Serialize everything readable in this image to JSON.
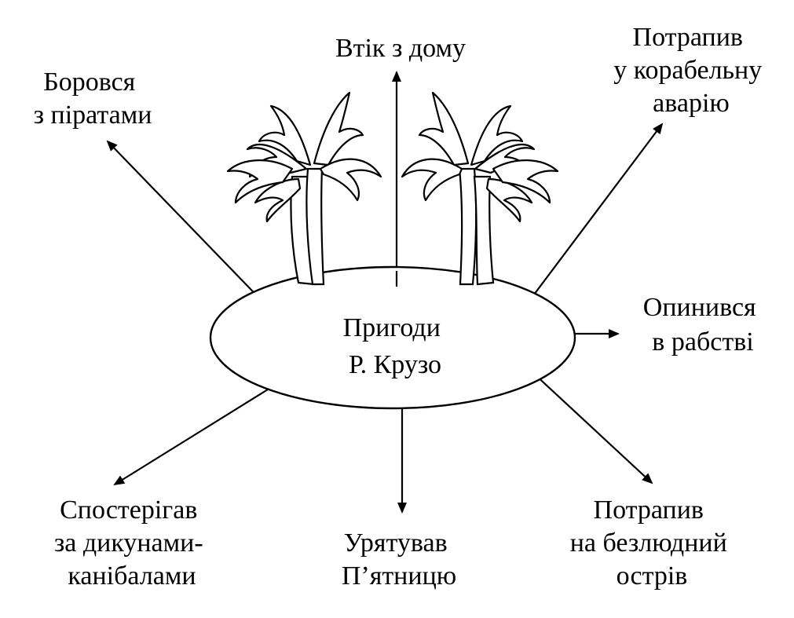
{
  "center": {
    "lines": [
      "Пригоди",
      "Р. Крузо"
    ]
  },
  "branches": [
    {
      "id": "top",
      "lines": [
        "Втік з дому"
      ]
    },
    {
      "id": "top-left",
      "lines": [
        "Боровся",
        "з піратами"
      ]
    },
    {
      "id": "top-right",
      "lines": [
        "Потрапив",
        "у корабельну",
        "аварію"
      ]
    },
    {
      "id": "right",
      "lines": [
        "Опинився",
        "в рабстві"
      ]
    },
    {
      "id": "bottom-right",
      "lines": [
        "Потрапив",
        "на безлюдний",
        "острів"
      ]
    },
    {
      "id": "bottom",
      "lines": [
        "Урятував",
        "П’ятницю"
      ]
    },
    {
      "id": "bottom-left",
      "lines": [
        "Спостерігав",
        "за дикунами-",
        "канібалами"
      ]
    }
  ],
  "colors": {
    "ink": "#000000",
    "paper": "#ffffff"
  },
  "icons": [
    "palm-tree-icon",
    "palm-tree-icon"
  ]
}
